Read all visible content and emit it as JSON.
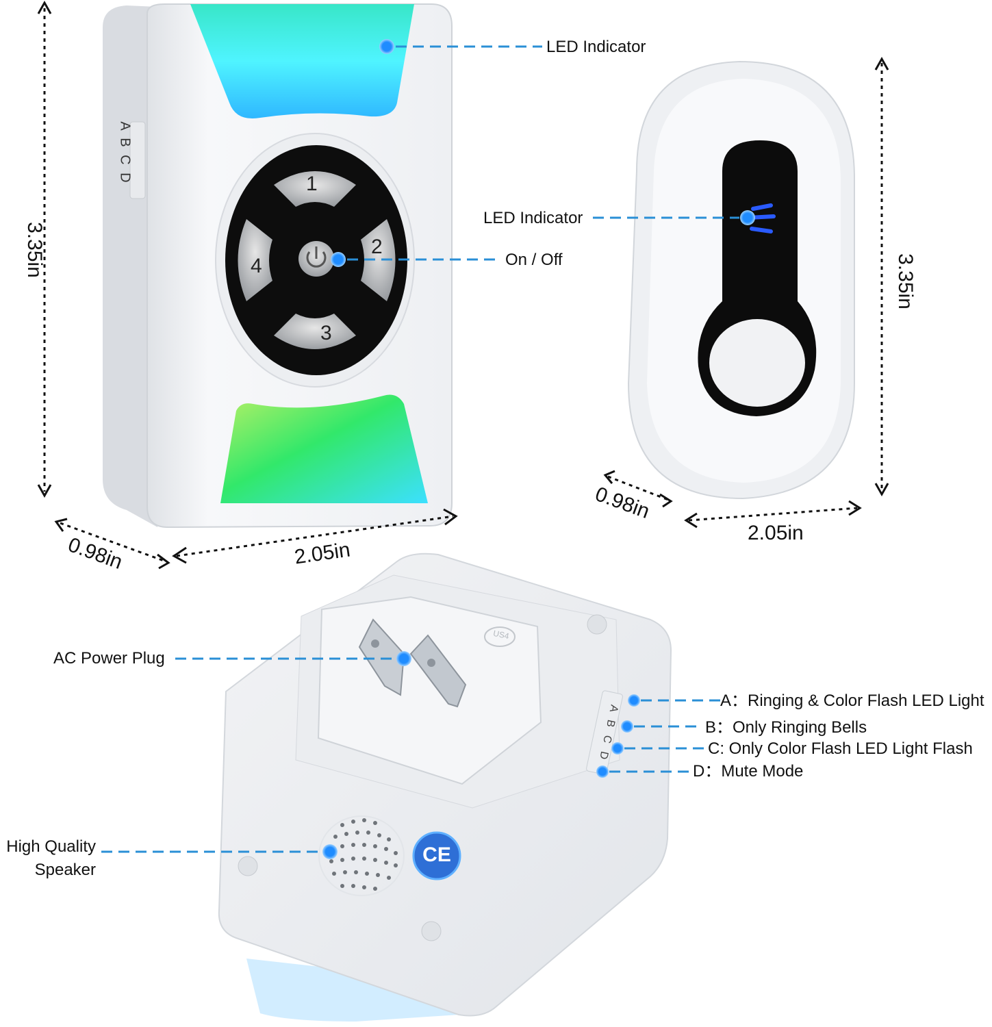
{
  "receiver": {
    "led_label": "LED Indicator",
    "onoff_label": "On / Off",
    "height": "3.35in",
    "depth": "0.98in",
    "width": "2.05in",
    "buttons": [
      "1",
      "2",
      "3",
      "4"
    ],
    "switch_letters": "A B C D"
  },
  "transmitter": {
    "led_label": "LED Indicator",
    "height": "3.35in",
    "depth": "0.98in",
    "width": "2.05in"
  },
  "back": {
    "plug_label": "AC Power Plug",
    "speaker_label_line1": "High Quality",
    "speaker_label_line2": "Speaker",
    "modes": [
      "A：Ringing & Color Flash LED Light",
      "B：Only Ringing Bells",
      "C: Only Color Flash LED Light Flash",
      "D：Mute Mode"
    ],
    "ce_mark": "CE",
    "plug_stamp": "US4",
    "switch_letters": "A B C D"
  },
  "colors": {
    "callout_line": "#2a8fd6",
    "callout_dot": "#1a7fe0",
    "device_white": "#f4f5f7",
    "panel_black": "#111111",
    "led_cyan": "#4ef0ff",
    "led_green": "#45e860",
    "led_blue": "#2a5bff"
  }
}
